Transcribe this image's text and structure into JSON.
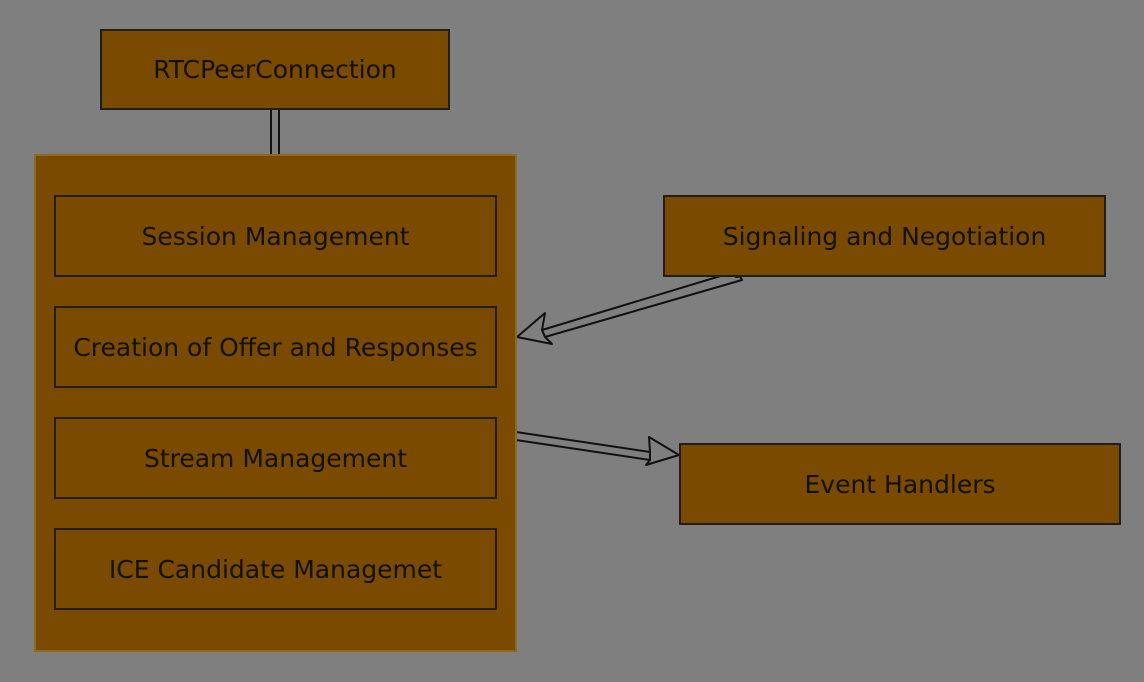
{
  "diagram": {
    "root": {
      "label": "RTCPeerConnection"
    },
    "components": [
      {
        "label": "Session Management"
      },
      {
        "label": "Creation of Offer and Responses"
      },
      {
        "label": "Stream Management"
      },
      {
        "label": "ICE Candidate Managemet"
      }
    ],
    "signaling": {
      "label": "Signaling and Negotiation"
    },
    "events": {
      "label": "Event Handlers"
    }
  },
  "colors": {
    "background": "#7f7f7f",
    "box_fill": "#7a4a00",
    "box_border": "#1f1f1f",
    "text": "#111111",
    "arrow_fill": "#7f7f7f",
    "arrow_outline": "#111111"
  }
}
